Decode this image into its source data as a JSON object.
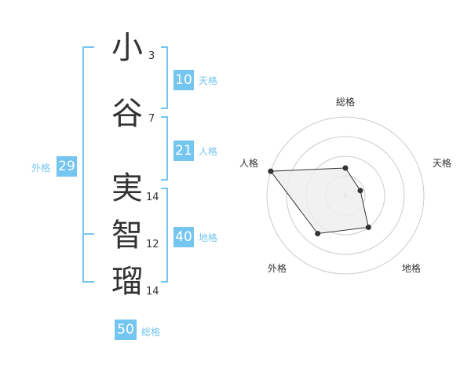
{
  "name": {
    "characters": [
      {
        "char": "小",
        "strokes": "3"
      },
      {
        "char": "谷",
        "strokes": "7"
      },
      {
        "char": "実",
        "strokes": "14"
      },
      {
        "char": "智",
        "strokes": "12"
      },
      {
        "char": "瑠",
        "strokes": "14"
      }
    ]
  },
  "fortunes": {
    "tenkaku": {
      "label": "天格",
      "value": "10"
    },
    "jinkaku": {
      "label": "人格",
      "value": "21"
    },
    "chikaku": {
      "label": "地格",
      "value": "40"
    },
    "gaikaku": {
      "label": "外格",
      "value": "29"
    },
    "soukaku": {
      "label": "総格",
      "value": "50"
    }
  },
  "colors": {
    "accent": "#74c5ef",
    "text": "#333333",
    "ring": "#cccccc",
    "polygon_fill": "#eeeeee"
  },
  "chart_data": {
    "type": "radar",
    "axes": [
      "総格",
      "天格",
      "地格",
      "外格",
      "人格"
    ],
    "rings": 4,
    "values": [
      0.35,
      0.2,
      0.5,
      0.6,
      1.0
    ],
    "range": [
      0,
      1
    ]
  }
}
